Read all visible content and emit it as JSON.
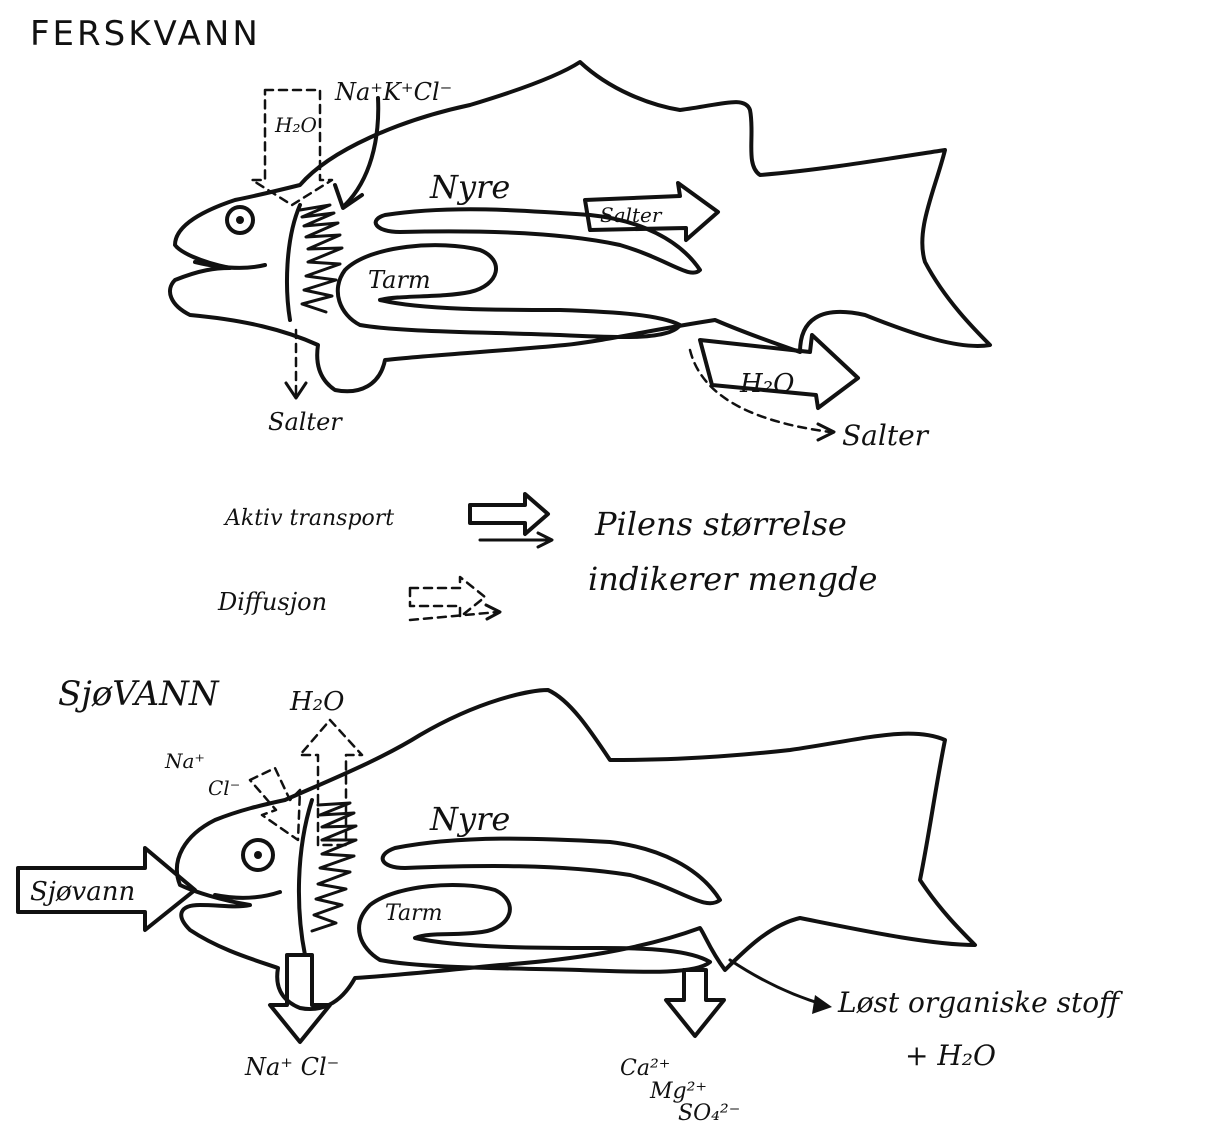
{
  "fresh": {
    "heading": "FERSKVANN",
    "ions_in": "Na⁺K⁺Cl⁻",
    "water_in": "H₂O",
    "kidney": "Nyre",
    "gut": "Tarm",
    "salts_kidney": "Salter",
    "water_out": "H₂O",
    "salts_gill_loss": "Salter",
    "salts_urine_loss": "Salter"
  },
  "legend": {
    "active": "Aktiv transport",
    "diffusion": "Diffusjon",
    "note_line1": "Pilens størrelse",
    "note_line2": "indikerer mengde"
  },
  "sea": {
    "heading": "SjøVANN",
    "water_out": "H₂O",
    "ions_in_na": "Na⁺",
    "ions_in_cl": "Cl⁻",
    "kidney": "Nyre",
    "gut": "Tarm",
    "seawater_in": "Sjøvann",
    "gill_out": "Na⁺ Cl⁻",
    "gut_out_1": "Ca²⁺",
    "gut_out_2": "Mg²⁺",
    "gut_out_3": "SO₄²⁻",
    "excretion_1": "Løst organiske stoff",
    "excretion_2": "+ H₂O"
  }
}
